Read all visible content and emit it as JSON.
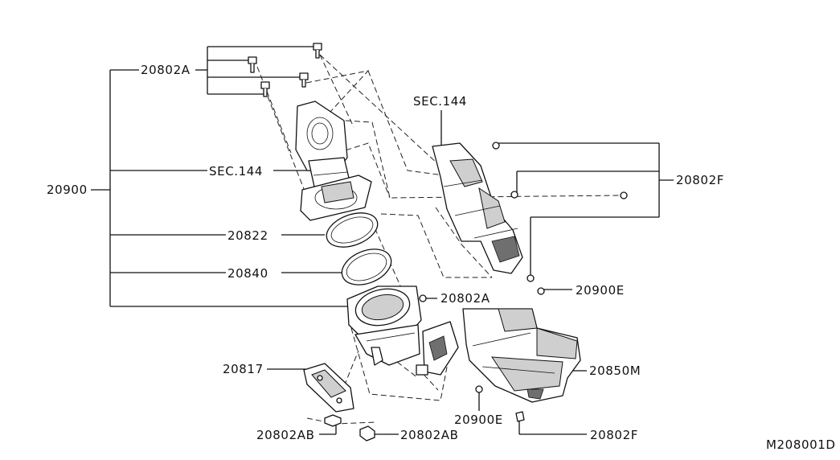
{
  "labels": {
    "p20802A_top": "20802A",
    "p20900": "20900",
    "sec144_left": "SEC.144",
    "p20822": "20822",
    "p20840": "20840",
    "p20802A_mid": "20802A",
    "sec144_right": "SEC.144",
    "p20802F_right": "20802F",
    "p20900E_top": "20900E",
    "p20850M": "20850M",
    "p20817": "20817",
    "p20900E_bottom": "20900E",
    "p20802AB_left": "20802AB",
    "p20802AB_right": "20802AB",
    "p20802F_bottom": "20802F",
    "diagram_code": "M208001D"
  }
}
